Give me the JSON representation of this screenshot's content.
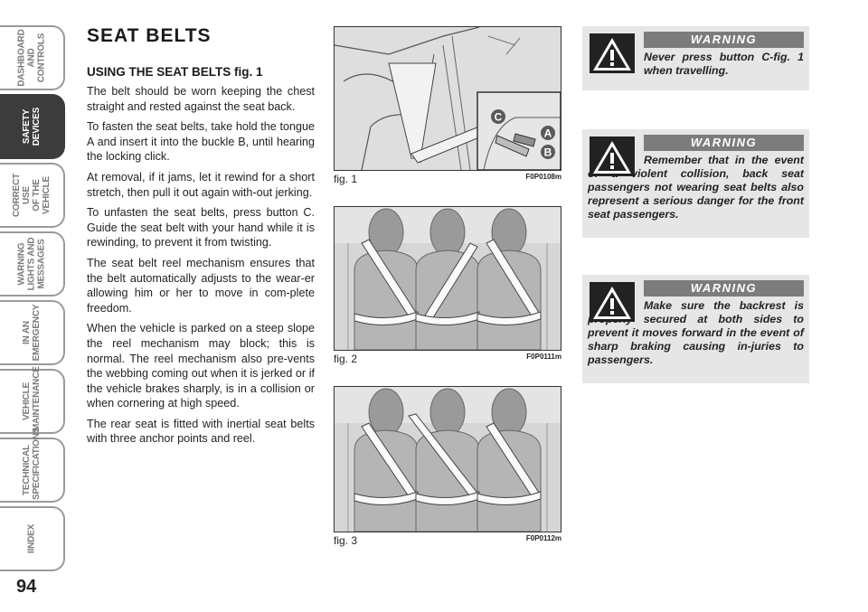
{
  "sidebar": {
    "tabs": [
      {
        "label": "DASHBOARD\nAND CONTROLS",
        "active": false
      },
      {
        "label": "SAFETY\nDEVICES",
        "active": true
      },
      {
        "label": "CORRECT USE\nOF THE VEHICLE",
        "active": false
      },
      {
        "label": "WARNING\nLIGHTS AND\nMESSAGES",
        "active": false
      },
      {
        "label": "IN AN\nEMERGENCY",
        "active": false
      },
      {
        "label": "VEHICLE\nMAINTENANCE",
        "active": false
      },
      {
        "label": "TECHNICAL\nSPECIFICATIONS",
        "active": false
      },
      {
        "label": "IINDEX",
        "active": false
      }
    ]
  },
  "page_number": "94",
  "main": {
    "title": "SEAT BELTS",
    "subtitle": "USING THE SEAT BELTS fig. 1",
    "paragraphs": [
      "The belt should be worn keeping the chest straight and rested against the seat back.",
      "To fasten the seat belts, take hold the tongue A and insert it into the buckle B, until hearing the locking click.",
      "At removal, if it jams, let it rewind for a short stretch, then pull it out again with-out jerking.",
      "To unfasten the seat belts, press button C. Guide the seat belt with your hand while it is rewinding, to prevent it from twisting.",
      "The seat belt reel mechanism ensures that the belt automatically adjusts to the wear-er allowing him or her to move in com-plete freedom.",
      "When the vehicle is parked on a steep slope the reel mechanism may block; this is normal. The reel mechanism also pre-vents the webbing coming out when it is jerked or if the vehicle brakes sharply, is in a collision or when cornering at high speed.",
      "The rear seat is fitted with inertial seat belts with three anchor points and reel."
    ]
  },
  "figures": [
    {
      "label": "fig. 1",
      "code": "F0P0108m",
      "callouts": [
        "C",
        "A",
        "B"
      ]
    },
    {
      "label": "fig. 2",
      "code": "F0P0111m"
    },
    {
      "label": "fig. 3",
      "code": "F0P0112m"
    }
  ],
  "warnings": [
    {
      "heading": "WARNING",
      "text": "Never press button C-fig. 1 when travelling."
    },
    {
      "heading": "WARNING",
      "text": "Remember that in the event of a violent collision, back seat passengers not wearing seat belts also represent a serious danger for the front seat passengers."
    },
    {
      "heading": "WARNING",
      "text": "Make sure the backrest is properly secured at both sides to prevent it moves forward in the event of sharp braking causing in-juries to passengers."
    }
  ]
}
